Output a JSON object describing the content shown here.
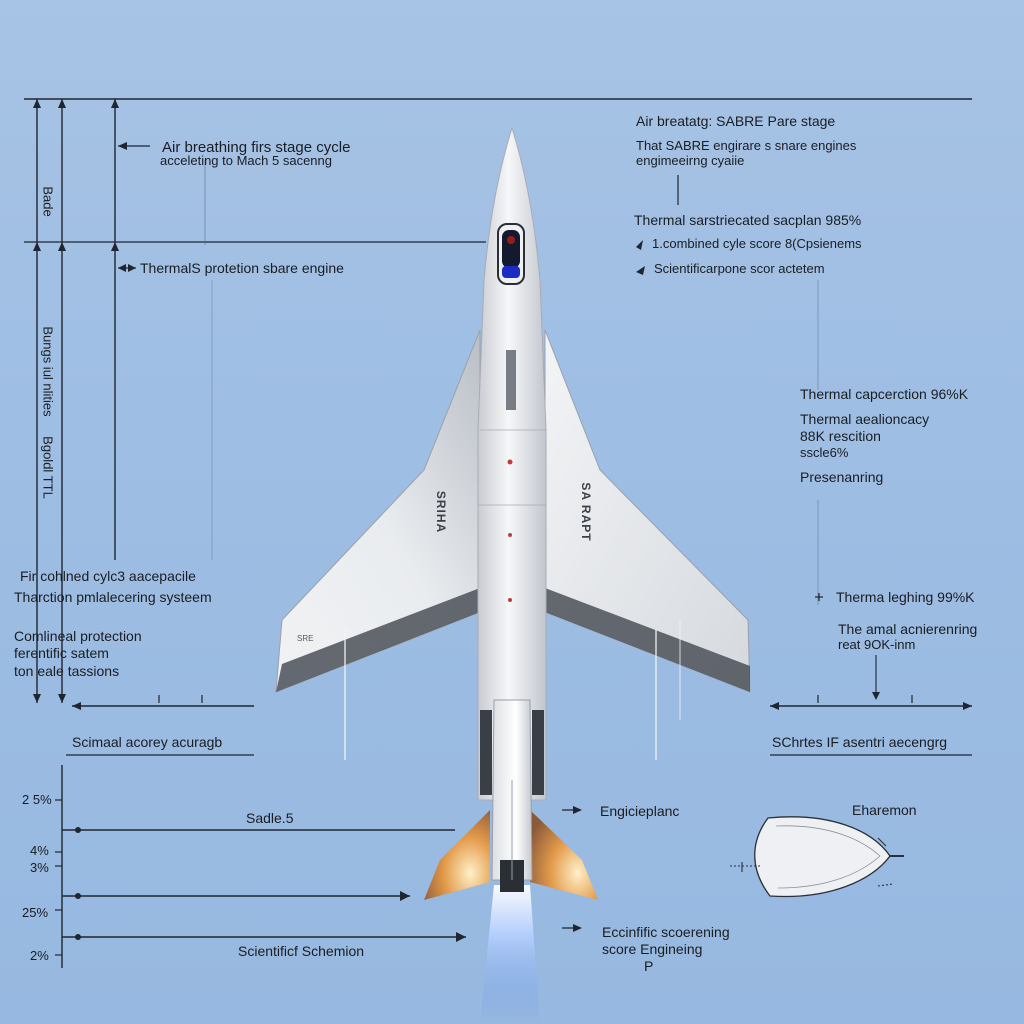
{
  "colors": {
    "background": "#9dbde3",
    "line": "#1f2630",
    "fuselage": "#eef0f3",
    "wing": "#e6e9ec",
    "cockpit": "#0e1a8a",
    "flame": "#e08a3a",
    "exhaust": "#5d8fe0"
  },
  "left": {
    "top_label": "Air breathing firs stage cycle",
    "top_sublabel": "acceleting to Mach 5 sacenng",
    "thermal_label": "ThermalS protetion sbare engine",
    "vert_top": "Bade",
    "vert_mid": "Bungs iul nlities",
    "vert_low": "Bgoldl TTL",
    "block1": [
      "Fir cohlned cylc3 aacepacile",
      "Tharction pmlalecering systeem"
    ],
    "block2": [
      "Comlineal protection",
      "ferentific satem",
      "ton eale tassions"
    ],
    "scale_caption": "Scimaal acorey acuragb",
    "ticks": [
      "2 5%",
      "4%",
      "3%",
      "25%",
      "2%"
    ],
    "sadle_label": "Sadle.5",
    "schemion_label": "Scientificf Schemion"
  },
  "right": {
    "top_label": "Air breatatg: SABRE Pare stage",
    "sub1": "That SABRE engirare s snare engines",
    "sub2": "engimeeirng cyaiie",
    "thermal_label": "Thermal sarstriecated sacplan 985%",
    "combined_label": "1.combined cyle score 8(Cpsienems",
    "scientific_label": "Scientificarpone scor actetem",
    "mid1": "Thermal capcerction 96%K",
    "mid2": [
      "Thermal aealioncacy",
      "88K rescition",
      "sscle6%"
    ],
    "mid3": "Presenanring",
    "low1": "Therma leghing 99%K",
    "low2": [
      "The amal acnierenring",
      "reat 9OK-inm"
    ],
    "scale_caption": "SChrtes IF asentri aecengrg",
    "engine_label": "Engicieplanc",
    "eharemon_label": "Eharemon",
    "bottom_label": [
      "Eccinfific scoerening",
      "score Engineing",
      "P"
    ]
  },
  "aircraft": {
    "wing_left_mark": "SRIHA",
    "wing_right_mark": "SA RAPT",
    "nose_mark": "SRE"
  }
}
